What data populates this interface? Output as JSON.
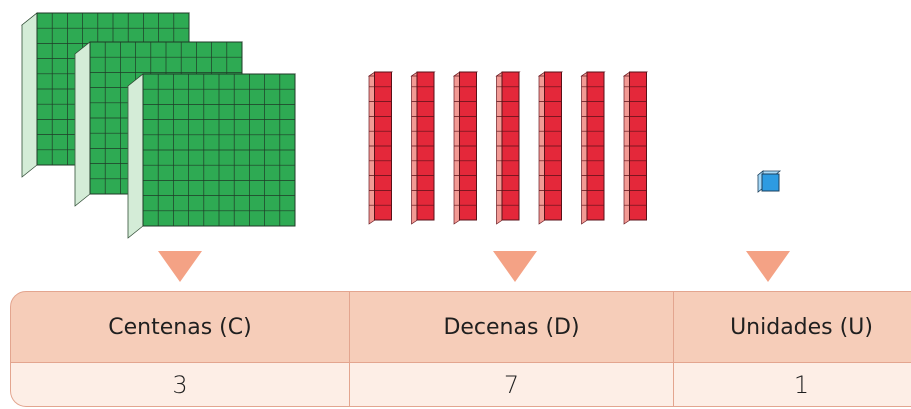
{
  "colors": {
    "hundreds_fill": "#2eaa53",
    "hundreds_side": "#d4ecd7",
    "tens_front": "#e4283a",
    "tens_side": "#f29a94",
    "unit_front": "#2d9be2",
    "unit_top": "#a8d9f7",
    "arrow": "#f4a285",
    "header_bg": "#f6cdb9",
    "row_bg": "#fdeee6",
    "border": "#e3a58f"
  },
  "blocks": {
    "hundreds_count": 3,
    "tens_count": 7,
    "units_count": 1
  },
  "table": {
    "headers": [
      "Centenas (C)",
      "Decenas (D)",
      "Unidades (U)"
    ],
    "values": [
      "3",
      "7",
      "1"
    ]
  }
}
